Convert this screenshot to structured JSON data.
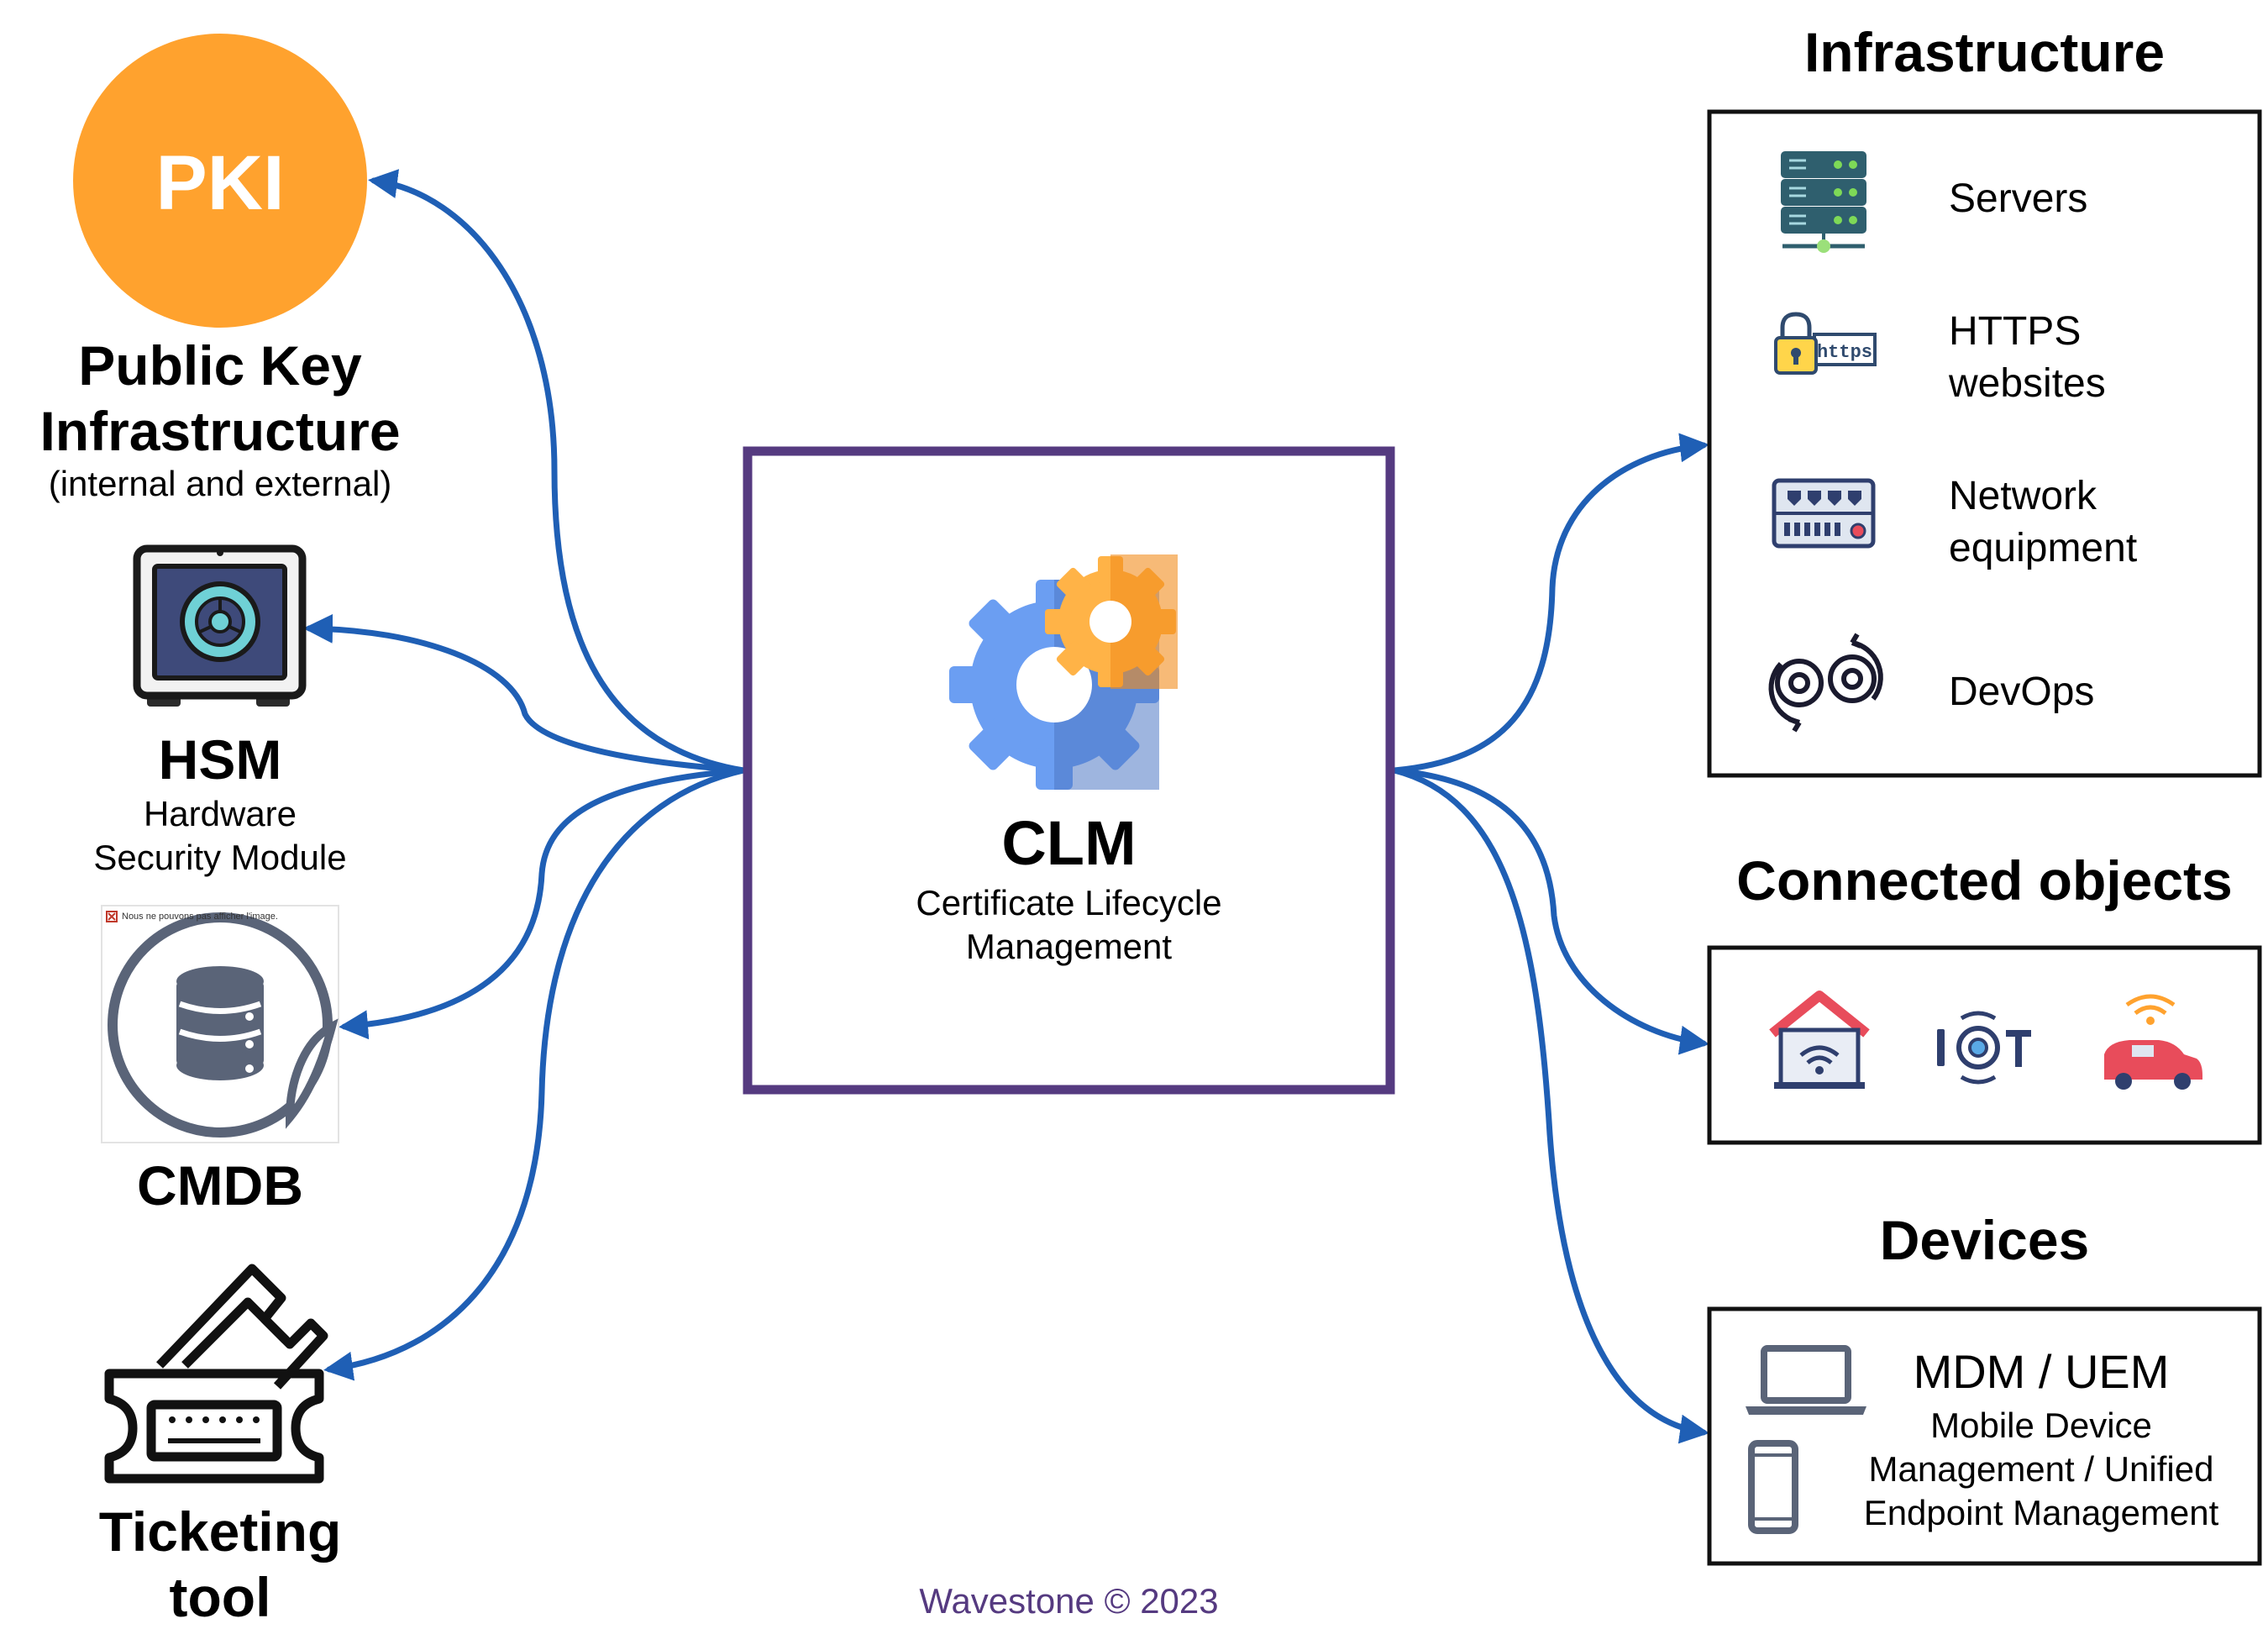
{
  "center": {
    "title": "CLM",
    "subtitle_line1": "Certificate Lifecycle",
    "subtitle_line2": "Management"
  },
  "left": {
    "pki": {
      "badge": "PKI",
      "title_line1": "Public Key",
      "title_line2": "Infrastructure",
      "note": "(internal and external)",
      "icon": "pki-circle-icon"
    },
    "hsm": {
      "title": "HSM",
      "sub_line1": "Hardware",
      "sub_line2": "Security Module",
      "icon": "hsm-safe-icon"
    },
    "cmdb": {
      "title": "CMDB",
      "broken_image_text": "Nous ne pouvons pas afficher l'image.",
      "icon": "database-icon"
    },
    "ticketing": {
      "title_line1": "Ticketing",
      "title_line2": "tool",
      "icon": "ticket-icon"
    }
  },
  "right": {
    "infrastructure": {
      "title": "Infrastructure",
      "items": [
        {
          "label_line1": "Servers",
          "label_line2": "",
          "icon": "server-icon"
        },
        {
          "label_line1": "HTTPS",
          "label_line2": "websites",
          "icon": "https-lock-icon"
        },
        {
          "label_line1": "Network",
          "label_line2": "equipment",
          "icon": "network-switch-icon"
        },
        {
          "label_line1": "DevOps",
          "label_line2": "",
          "icon": "devops-gears-icon"
        }
      ]
    },
    "connected_objects": {
      "title": "Connected objects",
      "icons": [
        "smart-home-icon",
        "iot-icon",
        "connected-car-icon"
      ]
    },
    "devices": {
      "title": "Devices",
      "heading": "MDM / UEM",
      "line1": "Mobile Device",
      "line2": "Management / Unified",
      "line3": "Endpoint Management",
      "icons": [
        "laptop-icon",
        "smartphone-icon"
      ]
    }
  },
  "footer": {
    "copyright": "Wavestone © 2023"
  },
  "colors": {
    "arrow": "#1f5fb5",
    "clm_border": "#553a80",
    "pki_orange": "#ffa22e",
    "footer": "#553a80",
    "gear_blue": "#6b9ef2",
    "gear_orange": "#ffa22e"
  }
}
